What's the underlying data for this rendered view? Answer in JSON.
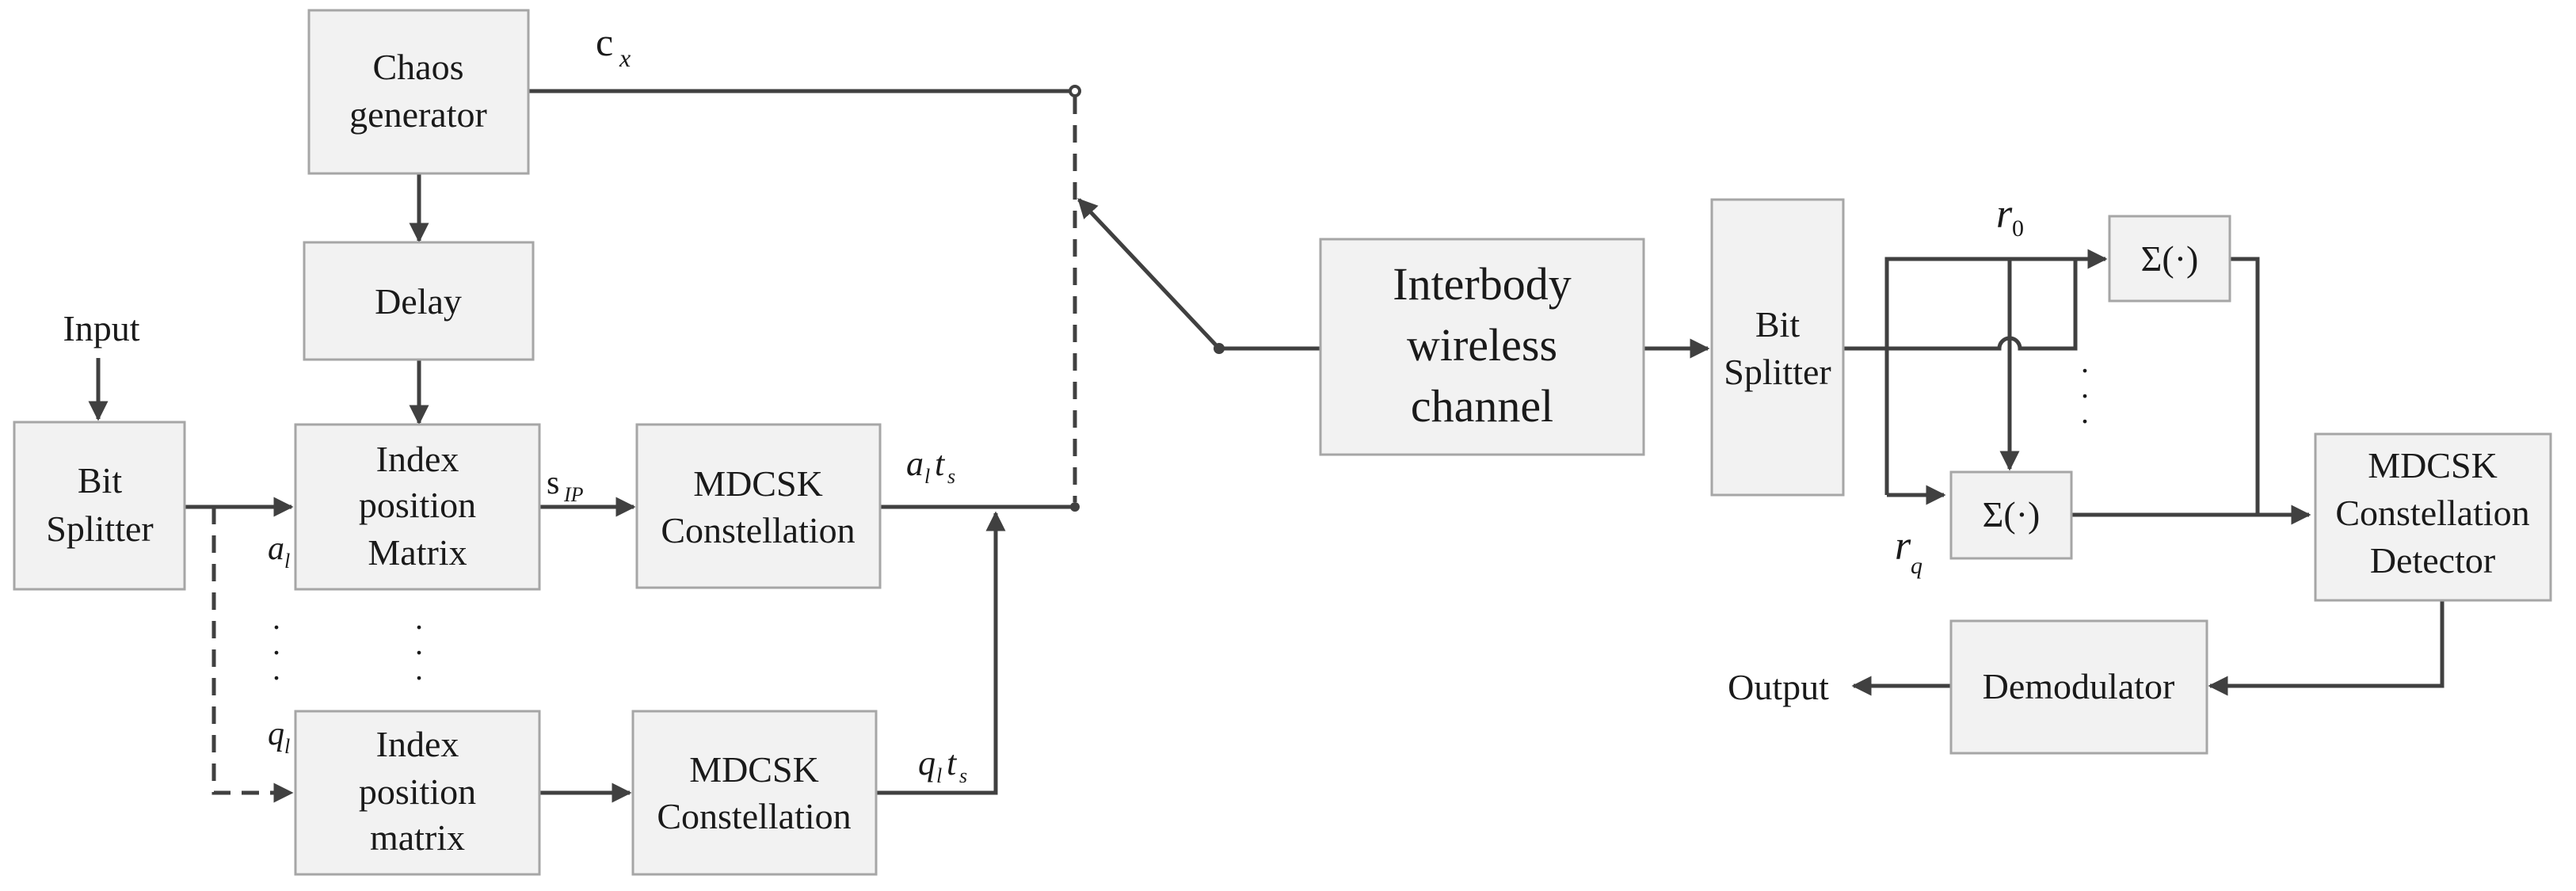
{
  "blocks": {
    "chaos": [
      "Chaos",
      "generator"
    ],
    "delay": [
      "Delay"
    ],
    "input": "Input",
    "bit_splitter_tx": [
      "Bit",
      "Splitter"
    ],
    "index_top": [
      "Index",
      "position",
      "Matrix"
    ],
    "index_bottom": [
      "Index",
      "position",
      "matrix"
    ],
    "mdcsk_top": [
      "MDCSK",
      "Constellation"
    ],
    "mdcsk_bottom": [
      "MDCSK",
      "Constellation"
    ],
    "channel": [
      "Interbody",
      "wireless",
      "channel"
    ],
    "bit_splitter_rx": [
      "Bit",
      "Splitter"
    ],
    "sum_top": "Σ(·)",
    "sum_bottom": "Σ(·)",
    "detector": [
      "MDCSK",
      "Constellation",
      "Detector"
    ],
    "demodulator": [
      "Demodulator"
    ],
    "output": "Output"
  },
  "signals": {
    "cx_base": "c",
    "cx_sub": "x",
    "sip_base": "s",
    "sip_sub": "IP",
    "al_base": "a",
    "al_sub": "l",
    "ql_base": "q",
    "ql_sub": "l",
    "alts_a": "a",
    "alts_l": "l",
    "alts_t": "t",
    "alts_s": "s",
    "qlts_q": "q",
    "qlts_l": "l",
    "qlts_t": "t",
    "qlts_s": "s",
    "r0_base": "r",
    "r0_sub": "0",
    "rq_base": "r",
    "rq_sub": "q"
  },
  "ellipsis": {
    "dot": "."
  }
}
